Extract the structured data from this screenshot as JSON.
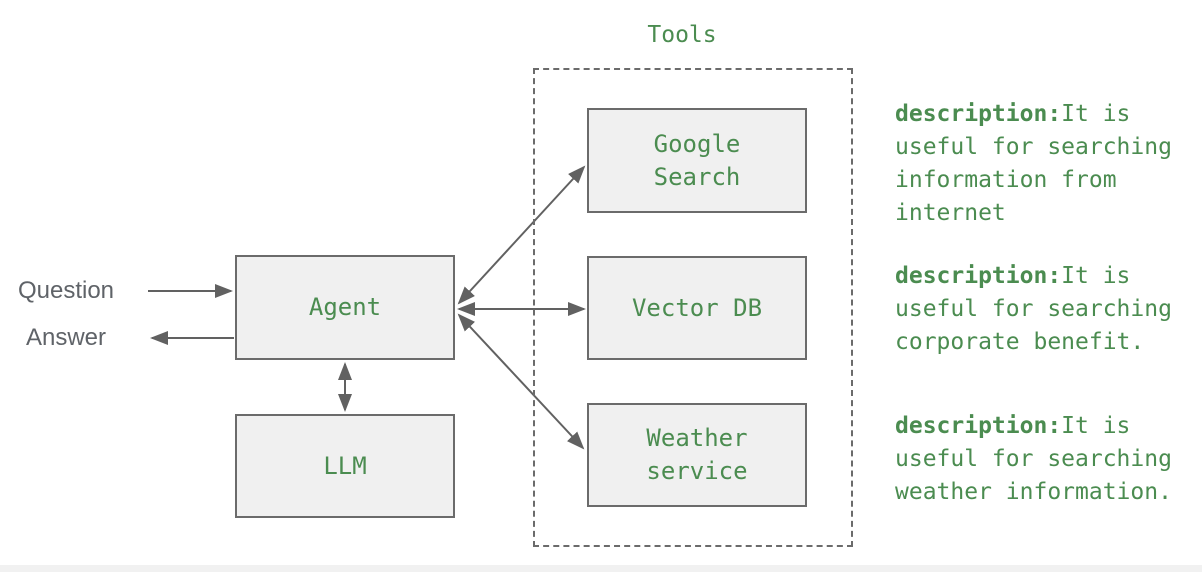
{
  "diagram": {
    "io": {
      "question_label": "Question",
      "answer_label": "Answer"
    },
    "nodes": {
      "agent": "Agent",
      "llm": "LLM",
      "google_search": "Google\nSearch",
      "vector_db": "Vector DB",
      "weather_service": "Weather\nservice"
    },
    "tools_group": {
      "title": "Tools"
    },
    "descriptions": [
      {
        "label": "description:",
        "text": "It is useful for searching information from internet"
      },
      {
        "label": "description:",
        "text": "It is useful for searching corporate benefit."
      },
      {
        "label": "description:",
        "text": "It is useful for searching weather information."
      }
    ],
    "colors": {
      "green_text": "#4b8c50",
      "gray_text": "#5f6368",
      "line_gray": "#616161",
      "box_fill": "#f0f0f0",
      "box_border": "#6b6b6b"
    }
  }
}
